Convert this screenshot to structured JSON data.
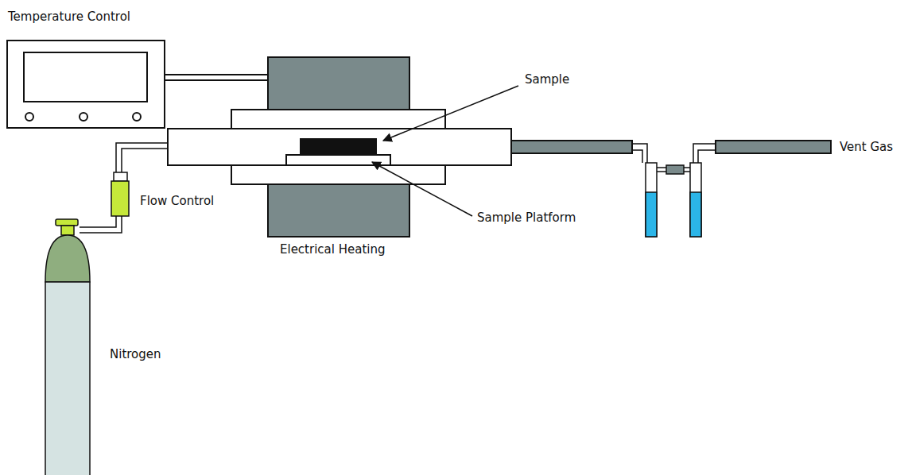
{
  "diagram": {
    "nodes": [
      {
        "text": [
          "Temperature Control"
        ]
      }
    ],
    "labels": [
      "Sample",
      "Sample Platform",
      "Electrical Heating",
      "Flow Control",
      "Nitrogen",
      "Vent Gas"
    ]
  }
}
